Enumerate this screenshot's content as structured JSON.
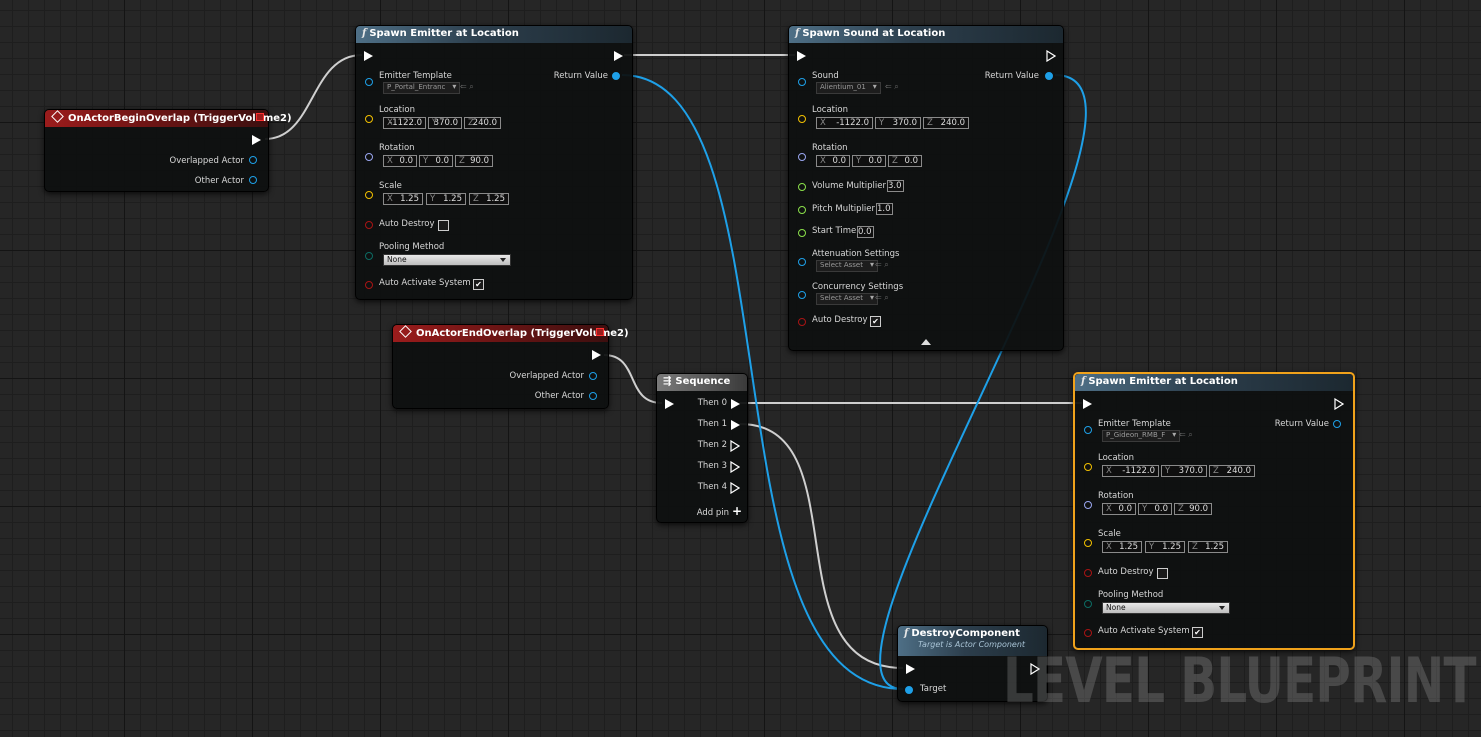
{
  "colors": {
    "exec": "#ffffff",
    "object_pin": "#1ea0e8",
    "vector_pin": "#f2c000",
    "rotator_pin": "#9aa6f0",
    "float_pin": "#8ae04a",
    "bool_pin": "#a81414",
    "byte_pin": "#0c6b63",
    "selection": "#f0a21b",
    "event_header": "#9b1c1c",
    "function_header": "#4e6f86"
  },
  "watermark": "LEVEL BLUEPRINT",
  "begin_overlap": {
    "title": "OnActorBeginOverlap (TriggerVolume2)",
    "overlapped_actor": "Overlapped Actor",
    "other_actor": "Other Actor"
  },
  "end_overlap": {
    "title": "OnActorEndOverlap (TriggerVolume2)",
    "overlapped_actor": "Overlapped Actor",
    "other_actor": "Other Actor"
  },
  "spawn_emitter_1": {
    "title": "Spawn Emitter at Location",
    "emitter_template_label": "Emitter Template",
    "emitter_template_value": "P_Portal_Entranc",
    "return_value": "Return Value",
    "location_label": "Location",
    "location": {
      "x": "-1122.0",
      "y": "370.0",
      "z": "240.0"
    },
    "rotation_label": "Rotation",
    "rotation": {
      "x": "0.0",
      "y": "0.0",
      "z": "90.0"
    },
    "scale_label": "Scale",
    "scale": {
      "x": "1.25",
      "y": "1.25",
      "z": "1.25"
    },
    "auto_destroy_label": "Auto Destroy",
    "auto_destroy": false,
    "pooling_label": "Pooling Method",
    "pooling_value": "None",
    "auto_activate_label": "Auto Activate System",
    "auto_activate": true
  },
  "spawn_sound": {
    "title": "Spawn Sound at Location",
    "sound_label": "Sound",
    "sound_value": "Alientium_01",
    "return_value": "Return Value",
    "location_label": "Location",
    "location": {
      "x": "-1122.0",
      "y": "370.0",
      "z": "240.0"
    },
    "rotation_label": "Rotation",
    "rotation": {
      "x": "0.0",
      "y": "0.0",
      "z": "0.0"
    },
    "volume_label": "Volume Multiplier",
    "volume_value": "3.0",
    "pitch_label": "Pitch Multiplier",
    "pitch_value": "1.0",
    "start_time_label": "Start Time",
    "start_time_value": "0.0",
    "attenuation_label": "Attenuation Settings",
    "attenuation_value": "Select Asset",
    "concurrency_label": "Concurrency Settings",
    "concurrency_value": "Select Asset",
    "auto_destroy_label": "Auto Destroy",
    "auto_destroy": true
  },
  "sequence": {
    "title": "Sequence",
    "then0": "Then 0",
    "then1": "Then 1",
    "then2": "Then 2",
    "then3": "Then 3",
    "then4": "Then 4",
    "add_pin": "Add pin"
  },
  "spawn_emitter_2": {
    "title": "Spawn Emitter at Location",
    "emitter_template_label": "Emitter Template",
    "emitter_template_value": "P_Gideon_RMB_F",
    "return_value": "Return Value",
    "location_label": "Location",
    "location": {
      "x": "-1122.0",
      "y": "370.0",
      "z": "240.0"
    },
    "rotation_label": "Rotation",
    "rotation": {
      "x": "0.0",
      "y": "0.0",
      "z": "90.0"
    },
    "scale_label": "Scale",
    "scale": {
      "x": "1.25",
      "y": "1.25",
      "z": "1.25"
    },
    "auto_destroy_label": "Auto Destroy",
    "auto_destroy": false,
    "pooling_label": "Pooling Method",
    "pooling_value": "None",
    "auto_activate_label": "Auto Activate System",
    "auto_activate": true
  },
  "destroy_component": {
    "title": "DestroyComponent",
    "subtitle": "Target is Actor Component",
    "target_label": "Target"
  }
}
